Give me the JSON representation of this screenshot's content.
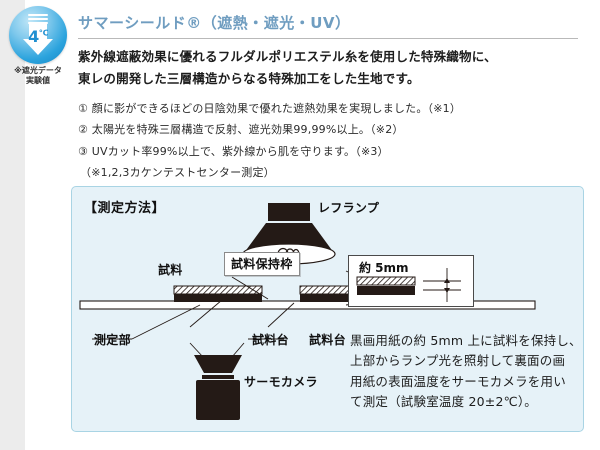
{
  "badge": {
    "icon": "temperature-drop-arrow-icon",
    "value": "4",
    "unit": "℃",
    "caption_line1": "※遮光データ",
    "caption_line2": "実験値"
  },
  "header": {
    "title": "サマーシールド®（遮熱・遮光・UV）",
    "accent_color": "#6f9dc0"
  },
  "lead": {
    "line1": "紫外線遮蔽効果に優れるフルダルポリエステル糸を使用した特殊織物に、",
    "line2": "東レの開発した三層構造からなる特殊加工をした生地です。"
  },
  "features": [
    "① 顔に影ができるほどの日陰効果で優れた遮熱効果を実現しました。（※1）",
    "② 太陽光を特殊三層構造で反射、遮光効果99,99%以上。（※2）",
    "③ UVカット率99%以上で、紫外線から肌を守ります。（※3）"
  ],
  "features_note": "（※1,2,3カケンテストセンター測定）",
  "diagram": {
    "title": "【測定方法】",
    "background_color": "#e6f2f8",
    "border_color": "#a9d4e4",
    "labels": {
      "lamp": "レフランプ",
      "sample": "試料",
      "holder_frame": "試料保持枠",
      "measuring_part": "測定部",
      "stage_1": "試料台",
      "stage_2": "試料台",
      "thermo_camera": "サーモカメラ"
    },
    "callout": {
      "caption": "約 5mm"
    },
    "description": [
      "黒画用紙の約 5mm 上に試料を保持し、",
      "上部からランプ光を照射して裏面の画",
      "用紙の表面温度をサーモカメラを用い",
      "て測定（試験室温度 20±2℃）。"
    ]
  }
}
